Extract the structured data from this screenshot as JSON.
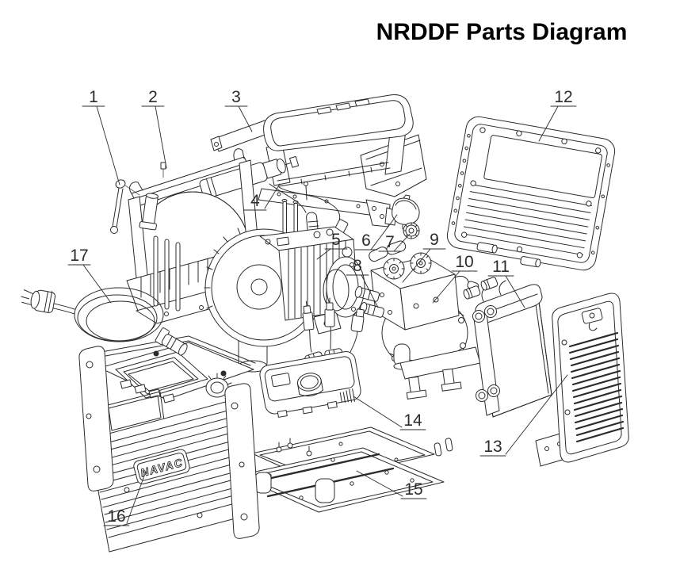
{
  "title": "NRDDF Parts Diagram",
  "brand_badge": "NAVAC",
  "colors": {
    "line": "#2b2b2b",
    "background": "#ffffff",
    "title_text": "#000000"
  },
  "parts": [
    {
      "number": "1"
    },
    {
      "number": "2"
    },
    {
      "number": "3"
    },
    {
      "number": "4"
    },
    {
      "number": "5"
    },
    {
      "number": "6"
    },
    {
      "number": "7"
    },
    {
      "number": "8"
    },
    {
      "number": "9"
    },
    {
      "number": "10"
    },
    {
      "number": "11"
    },
    {
      "number": "12"
    },
    {
      "number": "13"
    },
    {
      "number": "14"
    },
    {
      "number": "15"
    },
    {
      "number": "16"
    },
    {
      "number": "17"
    }
  ]
}
